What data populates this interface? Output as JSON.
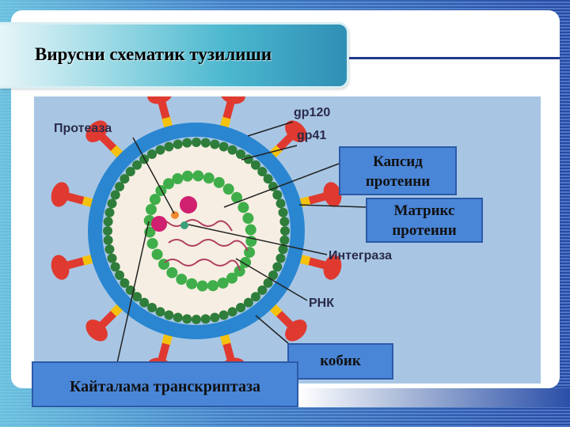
{
  "title": "Вирусни схематик тузилиши",
  "labels": {
    "protease": "Протеаза",
    "gp120": "gp120",
    "gp41": "gp41",
    "integrase": "Интеграза",
    "rna": "РНК"
  },
  "boxes": {
    "capsid_line1": "Капсид",
    "capsid_line2": "протеини",
    "matrix_line1": "Матрикс",
    "matrix_line2": "протеини",
    "envelope": "кобик",
    "reverse_transcriptase": "Кайталама транскриптаза"
  },
  "colors": {
    "accent": "#4a86d8",
    "spike": "#e03a30",
    "spike_band": "#f4c20d",
    "envelope": "#2a86d0",
    "capsid": "#2e7d3a"
  }
}
